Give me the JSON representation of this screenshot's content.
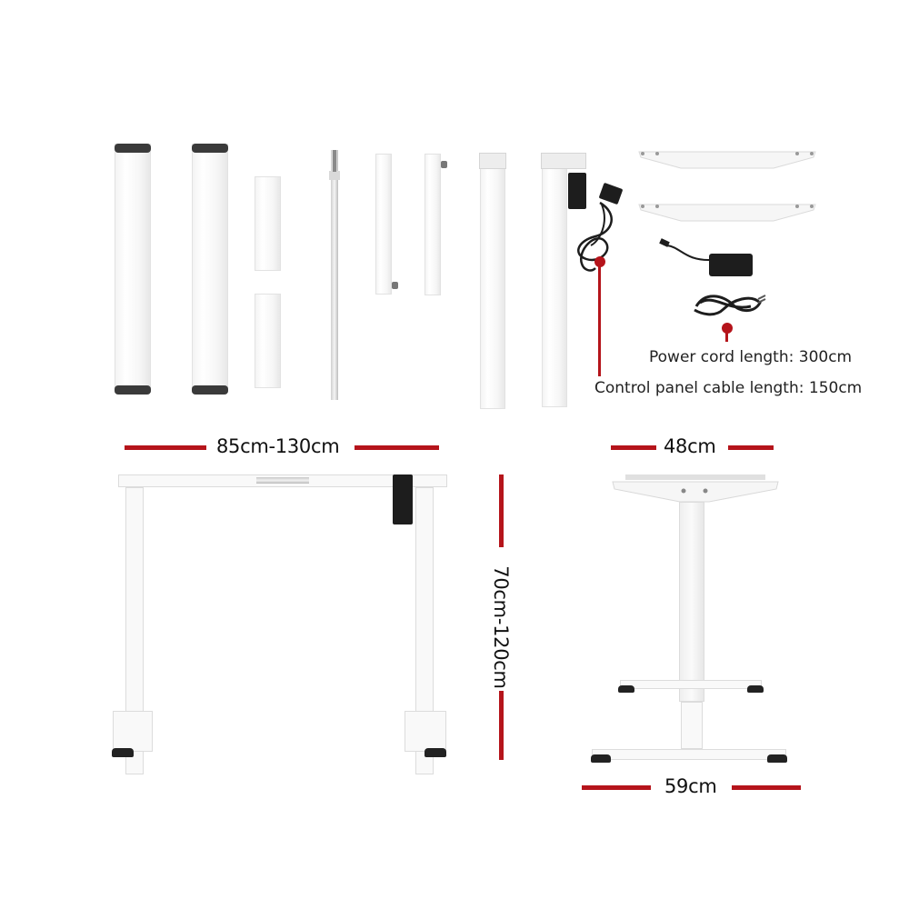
{
  "image": {
    "type": "product dimension diagram",
    "subject": "electric standing desk frame (white)"
  },
  "colors": {
    "accent_red": "#b5141b",
    "frame_white": "#f4f4f4",
    "motor_black": "#1d1d1d",
    "end_cap_gray": "#3a3a3a",
    "text": "#1a1a1a"
  },
  "parts_row": {
    "items": [
      {
        "name": "crossbar-beam-1"
      },
      {
        "name": "crossbar-beam-2"
      },
      {
        "name": "mounting-bracket-upper"
      },
      {
        "name": "mounting-bracket-lower"
      },
      {
        "name": "hex-drive-shaft"
      },
      {
        "name": "side-support-bracket-1"
      },
      {
        "name": "side-support-bracket-2"
      },
      {
        "name": "leg-column"
      },
      {
        "name": "leg-column-with-motor"
      },
      {
        "name": "top-mounting-plate-1"
      },
      {
        "name": "top-mounting-plate-2"
      },
      {
        "name": "power-adapter"
      },
      {
        "name": "power-cord"
      }
    ],
    "callouts": {
      "power_cord": "Power cord length: 300cm",
      "control_panel_cable": "Control panel cable length: 150cm"
    }
  },
  "dimensions": {
    "width_range": "85cm-130cm",
    "height_range": "70cm-120cm",
    "top_depth": "48cm",
    "foot_depth": "59cm"
  }
}
